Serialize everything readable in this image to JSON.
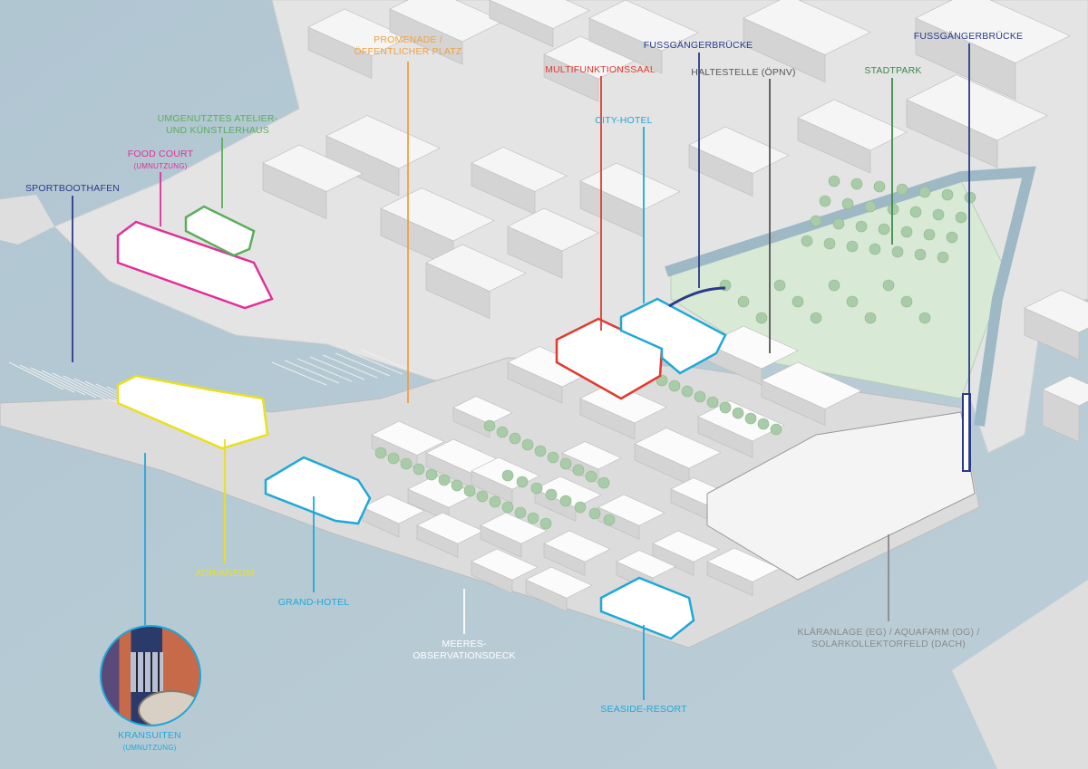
{
  "labels": {
    "promenade": {
      "line1": "Promenade /",
      "line2": "Öffentlicher Platz",
      "color": "#f0a040"
    },
    "bridge_1": {
      "text": "Fußgängerbrücke",
      "color": "#2a3a8a"
    },
    "bridge_2": {
      "text": "Fußgängerbrücke",
      "color": "#2a3a8a"
    },
    "multifunktionssaal": {
      "text": "Multifunktionssaal",
      "color": "#e03a2e"
    },
    "haltestelle": {
      "text": "Haltestelle (ÖPNV)",
      "color": "#555555"
    },
    "stadtpark": {
      "text": "Stadtpark",
      "color": "#3a8a4a"
    },
    "city_hotel": {
      "text": "City-Hotel",
      "color": "#1fa8d8"
    },
    "atelier": {
      "line1": "Umgenutztes Atelier-",
      "line2": "und Künstlerhaus",
      "color": "#5aad5a"
    },
    "food_court": {
      "line1": "Food Court",
      "line2": "(Umnutzung)",
      "color": "#e0309a"
    },
    "sportboothafen": {
      "text": "Sportboothafen",
      "color": "#2a3a8a"
    },
    "adrianeum": {
      "text": "Adrianeum",
      "color": "#e8e020"
    },
    "grand_hotel": {
      "text": "Grand-Hotel",
      "color": "#1fa8d8"
    },
    "observationsdeck": {
      "line1": "Meeres-",
      "line2": "Observationsdeck",
      "color": "#ffffff"
    },
    "seaside_resort": {
      "text": "Seaside-Resort",
      "color": "#1fa8d8"
    },
    "klaeranlage": {
      "line1": "Kläranlage (EG) / Aquafarm (OG) /",
      "line2": "Solarkollektorfeld (Dach)",
      "color": "#8a8a8a"
    },
    "kransuiten": {
      "line1": "Kransuiten",
      "line2": "(Umnutzung)",
      "color": "#1fa8d8"
    }
  }
}
